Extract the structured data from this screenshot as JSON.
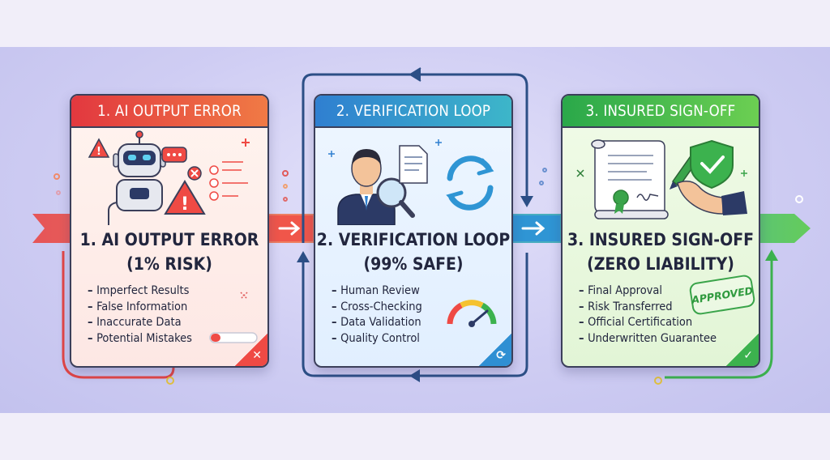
{
  "cards": [
    {
      "header": "1. AI OUTPUT ERROR",
      "title_line1": "1. AI OUTPUT ERROR",
      "title_line2": "(1% RISK)",
      "items": [
        "Imperfect Results",
        "False Information",
        "Inaccurate Data",
        "Potential Mistakes"
      ],
      "corner_icon": "close-icon",
      "accent": "#e2383f"
    },
    {
      "header": "2. VERIFICATION LOOP",
      "title_line1": "2. VERIFICATION LOOP",
      "title_line2": "(99% SAFE)",
      "items": [
        "Human Review",
        "Cross-Checking",
        "Data Validation",
        "Quality Control"
      ],
      "corner_icon": "loop-icon",
      "accent": "#2f7fd0"
    },
    {
      "header": "3. INSURED SIGN-OFF",
      "title_line1": "3. INSURED SIGN-OFF",
      "title_line2": "(ZERO LIABILITY)",
      "items": [
        "Final Approval",
        "Risk Transferred",
        "Official Certification",
        "Underwritten Guarantee"
      ],
      "corner_icon": "check-icon",
      "accent": "#2aa84a",
      "stamp": "APPROVED"
    }
  ],
  "colors": {
    "red": "#e2383f",
    "blue": "#2f7fd0",
    "green": "#2aa84a",
    "navy": "#2c3a66"
  }
}
